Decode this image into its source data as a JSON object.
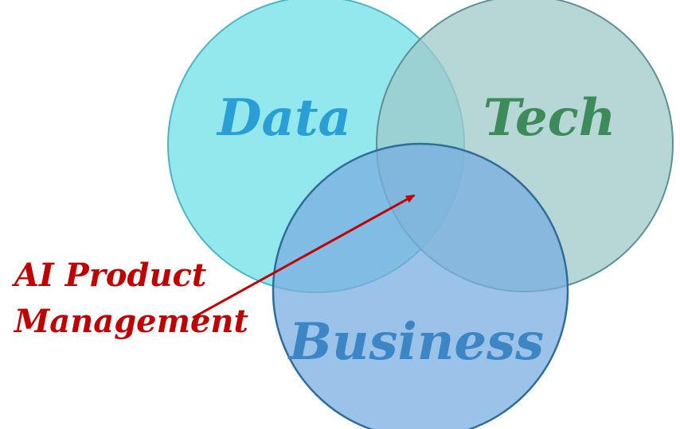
{
  "diagram": {
    "circles": [
      {
        "id": "data",
        "label": "Data",
        "fill": "#6fe0e8",
        "stroke": "#4cb5c2",
        "text_color": "#2a9fd6"
      },
      {
        "id": "tech",
        "label": "Tech",
        "fill": "#9fc9c9",
        "stroke": "#5e8f91",
        "text_color": "#3d8a5a"
      },
      {
        "id": "business",
        "label": "Business",
        "fill": "#7aaee0",
        "stroke": "#2f6c9b",
        "text_color": "#3d86c6"
      }
    ],
    "callout": {
      "line1": "AI Product",
      "line2": "Management",
      "color": "#c00000"
    }
  }
}
